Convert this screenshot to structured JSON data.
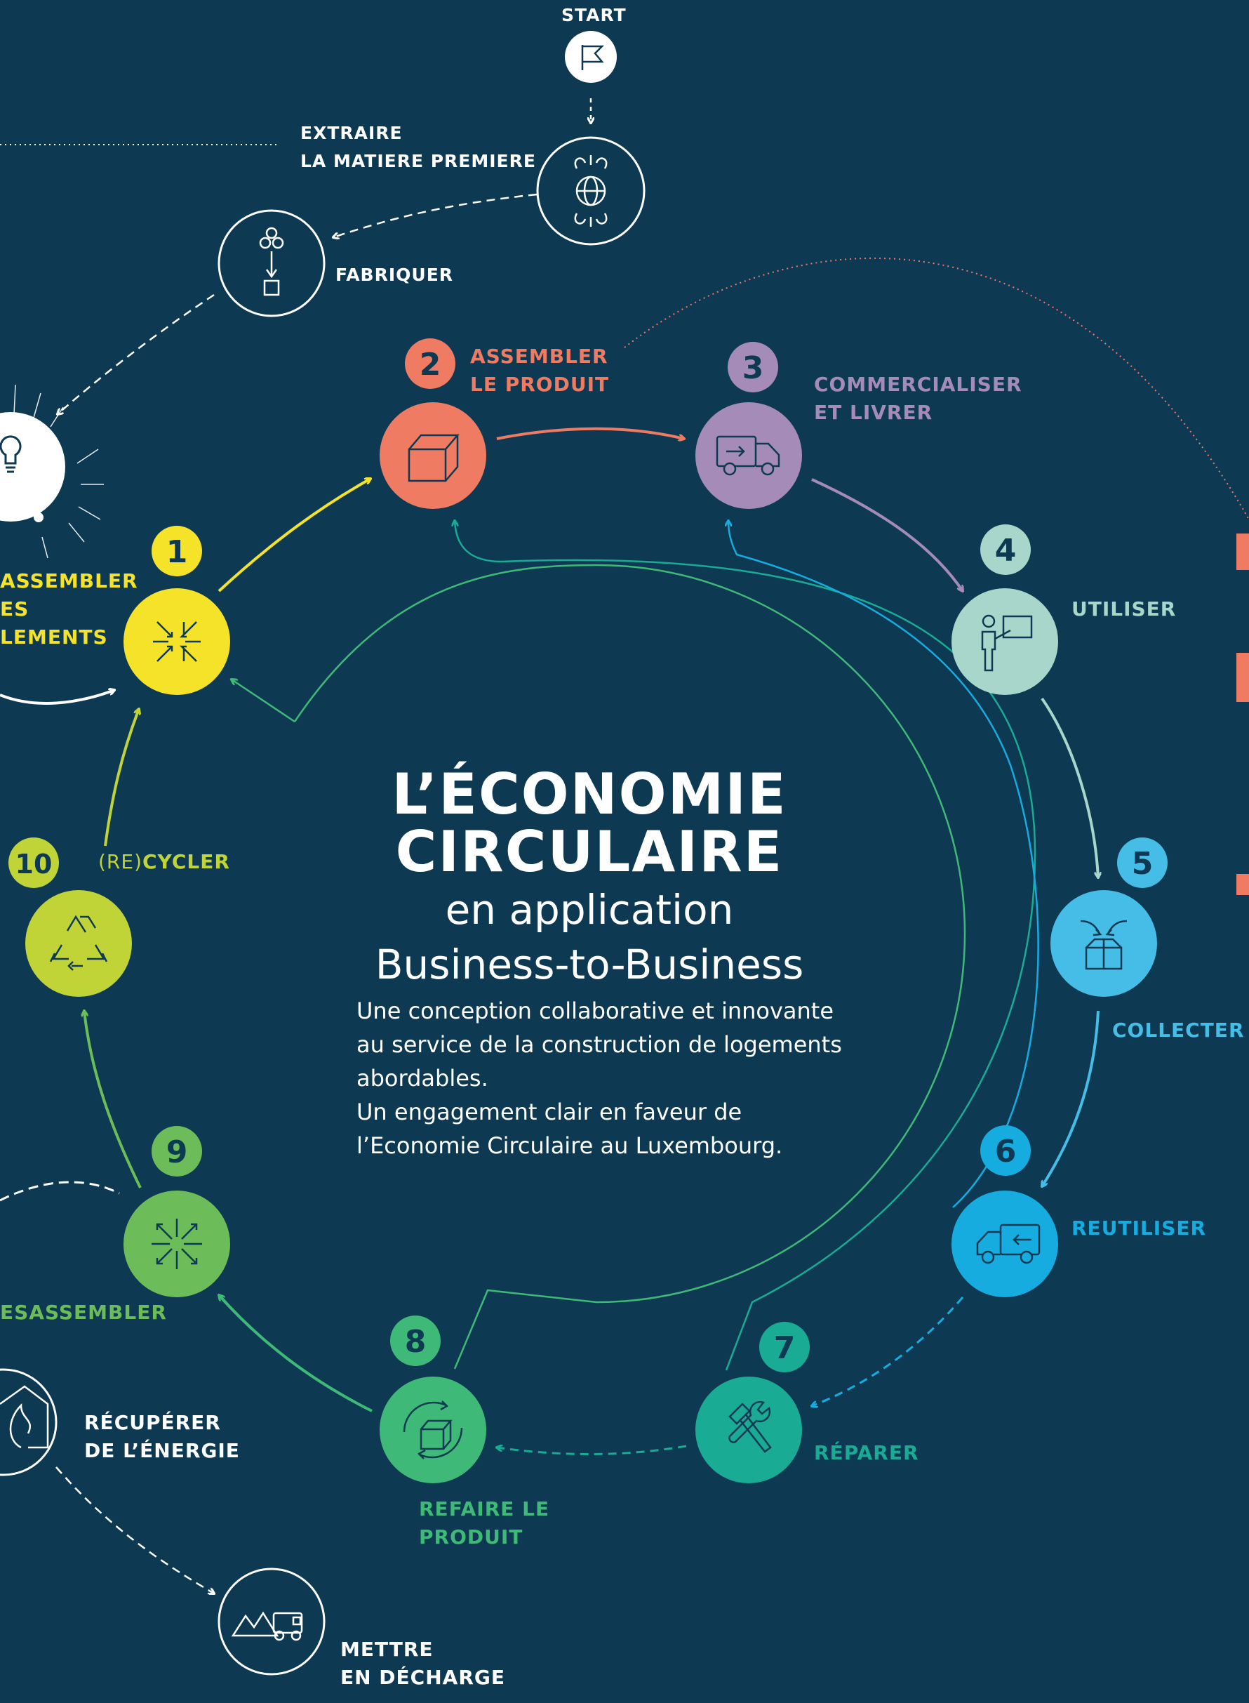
{
  "colors": {
    "background": "#0d3a52",
    "white": "#ffffff",
    "step1": "#f5e32a",
    "step2": "#ef7b63",
    "step3": "#a58bb8",
    "step4": "#a9d6cb",
    "step5": "#45bde6",
    "step6": "#16ace0",
    "step7": "#1aab95",
    "step8": "#3fb977",
    "step9": "#6cbd5a",
    "step10": "#c0d438"
  },
  "title": {
    "line1": "L’ÉCONOMIE",
    "line2": "CIRCULAIRE",
    "sub1": "en application",
    "sub2": "Business-to-Business",
    "description": [
      "Une conception collaborative et innovante",
      "au service de la construction de logements",
      "abordables.",
      "Un engagement clair en faveur de",
      "l’Economie Circulaire au Luxembourg."
    ]
  },
  "linear": {
    "start": "START",
    "extraire_1": "EXTRAIRE",
    "extraire_2": "LA MATIERE PREMIERE",
    "fabriquer": "FABRIQUER",
    "recuperer_1": "RÉCUPÉRER",
    "recuperer_2": "DE L’ÉNERGIE",
    "decharge_1": "METTRE",
    "decharge_2": "EN DÉCHARGE"
  },
  "steps": [
    {
      "number": "1",
      "label_lines": [
        "ASSEMBLER",
        "ES",
        "LEMENTS"
      ],
      "icon": "compress-arrows-icon"
    },
    {
      "number": "2",
      "label_lines": [
        "ASSEMBLER",
        "LE PRODUIT"
      ],
      "icon": "box-icon"
    },
    {
      "number": "3",
      "label_lines": [
        "COMMERCIALISER",
        "ET LIVRER"
      ],
      "icon": "delivery-truck-icon"
    },
    {
      "number": "4",
      "label_lines": [
        "UTILISER"
      ],
      "icon": "presenter-icon"
    },
    {
      "number": "5",
      "label_lines": [
        "COLLECTER"
      ],
      "icon": "open-box-icon"
    },
    {
      "number": "6",
      "label_lines": [
        "REUTILISER"
      ],
      "icon": "return-truck-icon"
    },
    {
      "number": "7",
      "label_lines": [
        "RÉPARER"
      ],
      "icon": "tools-icon"
    },
    {
      "number": "8",
      "label_lines": [
        "REFAIRE LE",
        "PRODUIT"
      ],
      "icon": "refresh-box-icon"
    },
    {
      "number": "9",
      "label_lines": [
        "ESASSEMBLER"
      ],
      "icon": "expand-arrows-icon"
    },
    {
      "number": "10",
      "label_prefix": "(RE)",
      "label_lines": [
        "CYCLER"
      ],
      "icon": "recycle-icon"
    }
  ]
}
